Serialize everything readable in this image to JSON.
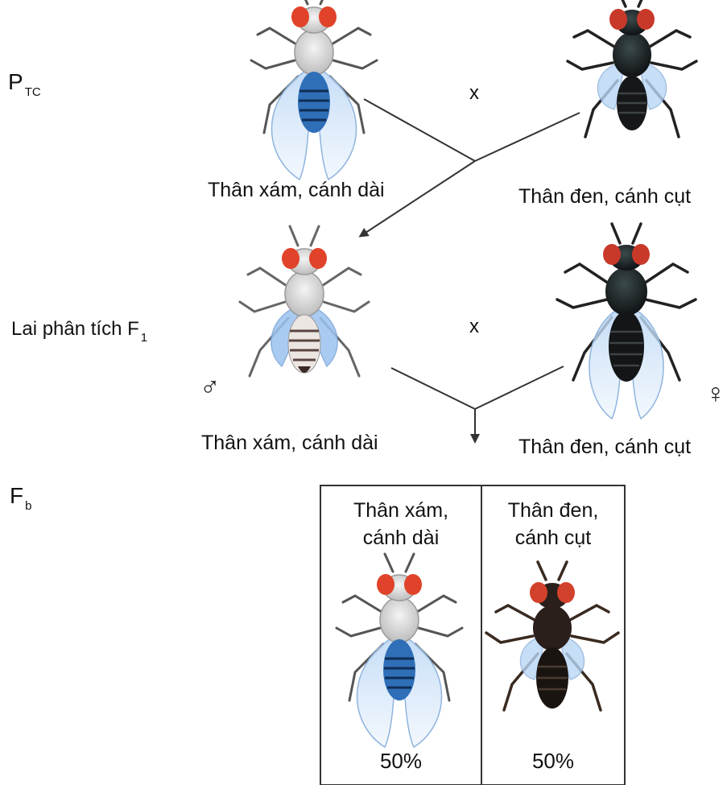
{
  "generations": {
    "p": {
      "main": "P",
      "sub": "TC"
    },
    "f1": {
      "main": "Lai phân tích F",
      "sub": "1"
    },
    "fb": {
      "main": "F",
      "sub": "b"
    }
  },
  "cross_symbol": "x",
  "parents_p": {
    "left_label": "Thân xám, cánh dài",
    "right_label": "Thân đen, cánh cụt"
  },
  "parents_f1": {
    "left_label": "Thân xám, cánh dài",
    "right_label": "Thân đen, cánh cụt",
    "male_symbol": "♂",
    "female_symbol": "♀"
  },
  "offspring": [
    {
      "label_line1": "Thân xám,",
      "label_line2": "cánh dài",
      "percent": "50%"
    },
    {
      "label_line1": "Thân đen,",
      "label_line2": "cánh cụt",
      "percent": "50%"
    }
  ],
  "colors": {
    "line": "#333333",
    "gray_body": "#dcdcdc",
    "black_body": "#1c1f22",
    "eye": "#e0432a",
    "wing_blue": "#7fb3ea",
    "abdomen_blue": "#2f6fb8"
  }
}
